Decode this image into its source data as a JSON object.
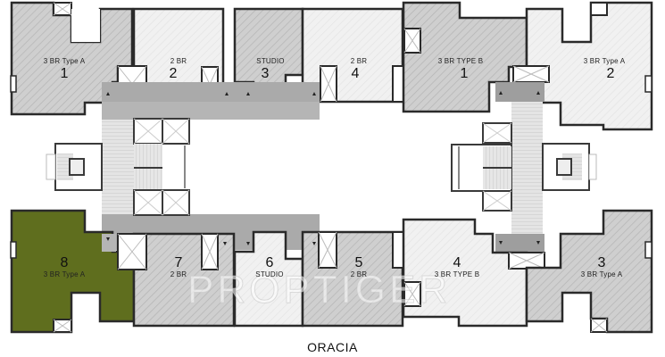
{
  "title": "ORACIA",
  "watermark": "PROPTIGER",
  "colors": {
    "highlight": "#5f6e1e",
    "hatch_dark": "#c9c9c9",
    "hatch_light": "#eeeeee",
    "corridor": "#a9a9a9",
    "wall": "#2a2a2a"
  },
  "units": [
    {
      "id": "L1",
      "type": "3 BR Type A",
      "number": "1"
    },
    {
      "id": "L2",
      "type": "2 BR",
      "number": "2"
    },
    {
      "id": "L3",
      "type": "STUDIO",
      "number": "3"
    },
    {
      "id": "L4",
      "type": "2 BR",
      "number": "4"
    },
    {
      "id": "R1",
      "type": "3 BR TYPE B",
      "number": "1"
    },
    {
      "id": "R2",
      "type": "3 BR Type A",
      "number": "2"
    },
    {
      "id": "L8",
      "type": "3 BR Type A",
      "number": "8",
      "highlighted": true
    },
    {
      "id": "L7",
      "type": "2 BR",
      "number": "7"
    },
    {
      "id": "L6",
      "type": "STUDIO",
      "number": "6"
    },
    {
      "id": "L5",
      "type": "2 BR",
      "number": "5"
    },
    {
      "id": "R4",
      "type": "3 BR TYPE B",
      "number": "4"
    },
    {
      "id": "R3",
      "type": "3 BR Type A",
      "number": "3"
    }
  ]
}
